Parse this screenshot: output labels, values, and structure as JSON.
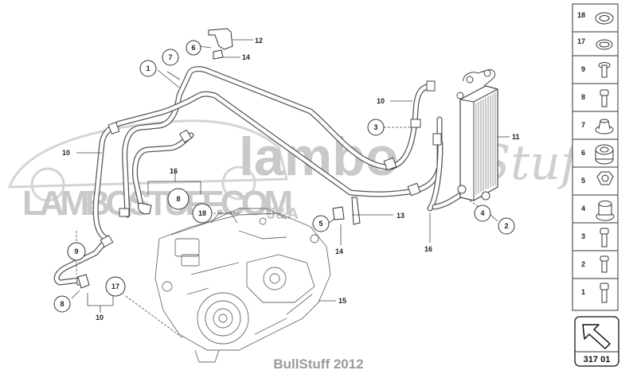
{
  "watermark": {
    "brand_main": "lambo",
    "brand_script": "Stuff",
    "site": "LAMBOSTUFF.COM",
    "tagline": "J&A"
  },
  "footer_text": "BullStuff 2012",
  "badge_label": "317 01",
  "circle_callouts": [
    "1",
    "7",
    "6",
    "3",
    "8",
    "18",
    "5",
    "9",
    "17",
    "8",
    "4",
    "2"
  ],
  "plain_labels": [
    "12",
    "14",
    "10",
    "11",
    "10",
    "16",
    "13",
    "14",
    "16",
    "15",
    "10"
  ],
  "legend_items": [
    "18",
    "17",
    "9",
    "8",
    "7",
    "6",
    "5",
    "4",
    "3",
    "2",
    "1"
  ]
}
